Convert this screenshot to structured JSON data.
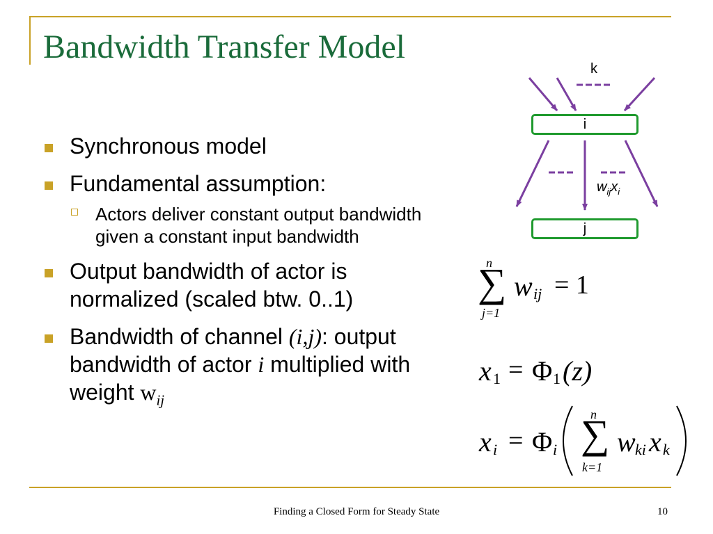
{
  "slide": {
    "title": "Bandwidth Transfer Model",
    "bullets": {
      "b1": "Synchronous model",
      "b2": "Fundamental assumption:",
      "sub1": "Actors deliver constant output bandwidth given a constant input bandwidth",
      "b3": "Output bandwidth of actor is normalized (scaled btw. 0..1)",
      "b4_prefix": "Bandwidth of channel ",
      "b4_var": "(i,j)",
      "b4_colon": ":",
      "b4_mid": "output bandwidth of actor ",
      "b4_actor": "i",
      "b4_suffix": "multiplied with weight ",
      "b4_w": "w",
      "b4_w_sub": "ij"
    },
    "diagram": {
      "top_label": "k",
      "node_i": "i",
      "node_j": "j",
      "edge_w": "w",
      "edge_sub_ij": "ij",
      "edge_x": "x",
      "edge_sub_i": "i"
    },
    "equations": {
      "eq1": {
        "sum": "∑",
        "upper": "n",
        "lower": "j=1",
        "w": "w",
        "w_sub": "ij",
        "rhs": "= 1"
      },
      "eq2": {
        "x": "x",
        "x_sub": "1",
        "eq": "=",
        "phi": "Φ",
        "phi_sub": "1",
        "arg": "(z)"
      },
      "eq3": {
        "x": "x",
        "x_sub": "i",
        "eq": "=",
        "phi": "Φ",
        "phi_sub": "i",
        "sum": "∑",
        "upper": "n",
        "lower": "k=1",
        "w": "w",
        "w_sub": "ki",
        "x2": "x",
        "x2_sub": "k"
      }
    },
    "footer": {
      "text": "Finding a Closed Form for Steady State",
      "page": "10"
    },
    "colors": {
      "title": "#1a6b3a",
      "accent": "#c9a227",
      "box_border": "#1f9a2e",
      "arrow": "#7b3fa0"
    }
  }
}
